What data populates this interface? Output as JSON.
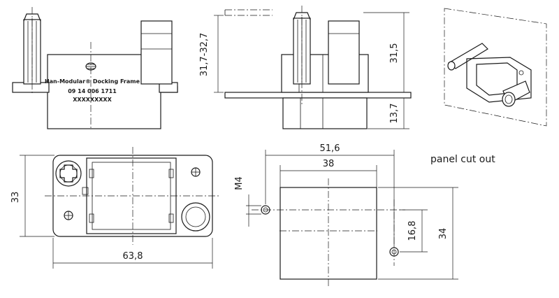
{
  "front_view": {
    "product_label": "Han-Modular® Docking Frame",
    "part_number": "09 14 006 1711",
    "placeholder_code": "XXXXXXXXX"
  },
  "side_view": {
    "dim_total_height": "31,7-32,7",
    "dim_upper": "31,5",
    "dim_lower": "13,7"
  },
  "top_view": {
    "dim_height": "33",
    "dim_width": "63,8"
  },
  "cutout": {
    "title": "panel cut out",
    "dim_outer_width": "51,6",
    "dim_inner_width": "38",
    "dim_screw": "M4",
    "dim_hole_spacing": "16,8",
    "dim_height": "34"
  },
  "colors": {
    "line": "#1a1a1a",
    "background": "#ffffff"
  }
}
